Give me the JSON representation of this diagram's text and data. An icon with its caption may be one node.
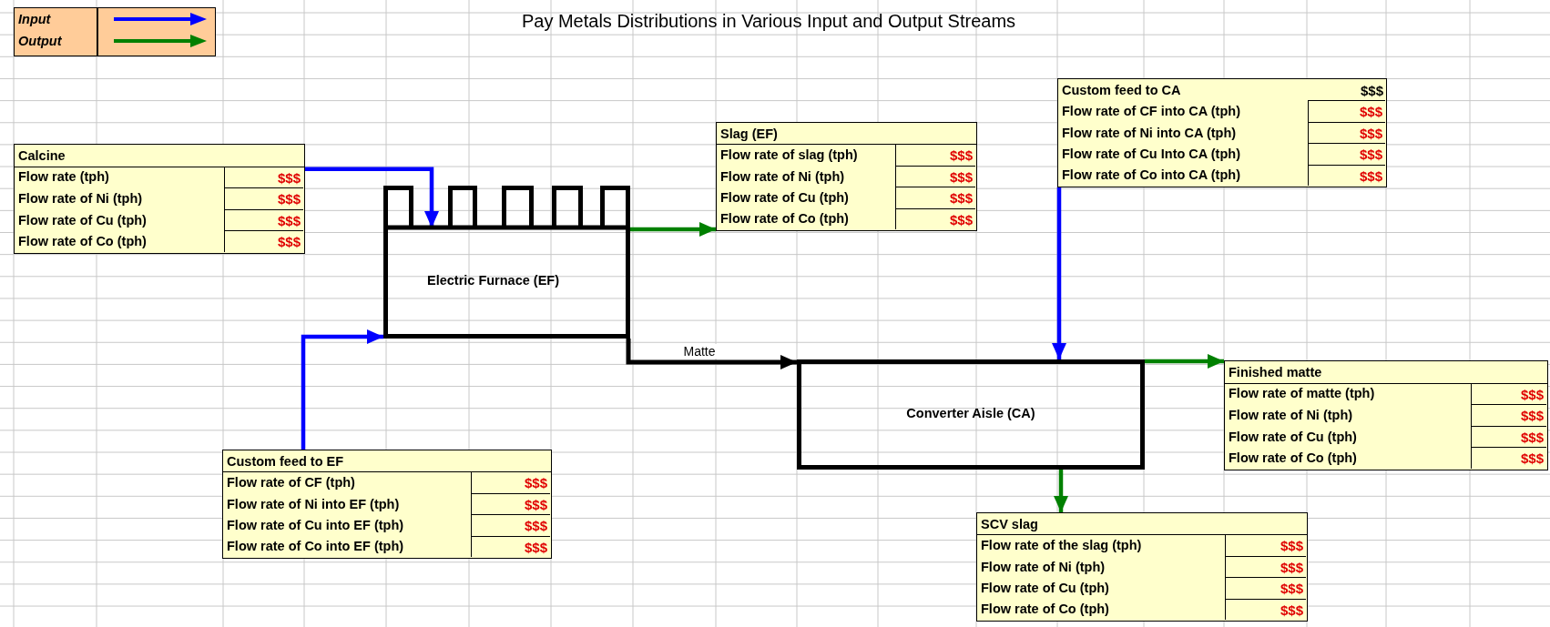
{
  "diagram": {
    "title": "Pay Metals Distributions in Various Input and Output Streams",
    "nodes": [
      {
        "text": [
          "Calcine",
          "Flow rate (tph)",
          "$$$",
          "Flow rate of Ni (tph)",
          "$$$",
          "Flow rate of Cu (tph)",
          "$$$",
          "Flow rate of Co (tph)",
          "$$$"
        ]
      },
      {
        "text": [
          "Electric Furnace (EF)"
        ]
      },
      {
        "text": [
          "Slag (EF)",
          "Flow rate of slag (tph)",
          "$$$",
          "Flow rate of Ni (tph)",
          "$$$",
          "Flow rate of Cu (tph)",
          "$$$",
          "Flow rate of Co (tph)",
          "$$$"
        ]
      },
      {
        "text": [
          "Custom feed to CA",
          "$$$",
          "Flow rate of CF into CA (tph)",
          "$$$",
          "Flow rate of Ni into CA (tph)",
          "$$$",
          "Flow rate of Cu Into CA (tph)",
          "$$$",
          "Flow rate of Co into CA (tph)",
          "$$$"
        ]
      },
      {
        "text": [
          "Custom feed to EF",
          "Flow rate of CF (tph)",
          "$$$",
          "Flow rate of Ni into EF (tph)",
          "$$$",
          "Flow rate of Cu into EF (tph)",
          "$$$",
          "Flow rate of Co into EF (tph)",
          "$$$"
        ]
      },
      {
        "text": [
          "Converter Aisle (CA)"
        ]
      },
      {
        "text": [
          "Finished matte",
          "Flow rate of matte (tph)",
          "$$$",
          "Flow rate of Ni (tph)",
          "$$$",
          "Flow rate of Cu (tph)",
          "$$$",
          "Flow rate of Co (tph)",
          "$$$"
        ]
      },
      {
        "text": [
          "SCV slag",
          "Flow rate of the slag (tph)",
          "$$$",
          "Flow rate of Ni (tph)",
          "$$$",
          "Flow rate of Cu (tph)",
          "$$$",
          "Flow rate of Co (tph)",
          "$$$"
        ]
      }
    ],
    "edges": [
      {
        "from": 0,
        "to": 1,
        "arrow": "to",
        "color": "#0000ff"
      },
      {
        "from": 4,
        "to": 1,
        "arrow": "to",
        "color": "#0000ff"
      },
      {
        "from": 1,
        "to": 2,
        "arrow": "to",
        "color": "#008000"
      },
      {
        "from": 1,
        "to": 5,
        "arrow": "to",
        "label": "Matte",
        "color": "#000000"
      },
      {
        "from": 3,
        "to": 5,
        "arrow": "to",
        "color": "#0000ff"
      },
      {
        "from": 5,
        "to": 6,
        "arrow": "to",
        "color": "#008000"
      },
      {
        "from": 5,
        "to": 7,
        "arrow": "to",
        "color": "#008000"
      }
    ],
    "legend": [
      {
        "text": "Input",
        "color": "#0000ff"
      },
      {
        "text": "Output",
        "color": "#008000"
      }
    ]
  }
}
